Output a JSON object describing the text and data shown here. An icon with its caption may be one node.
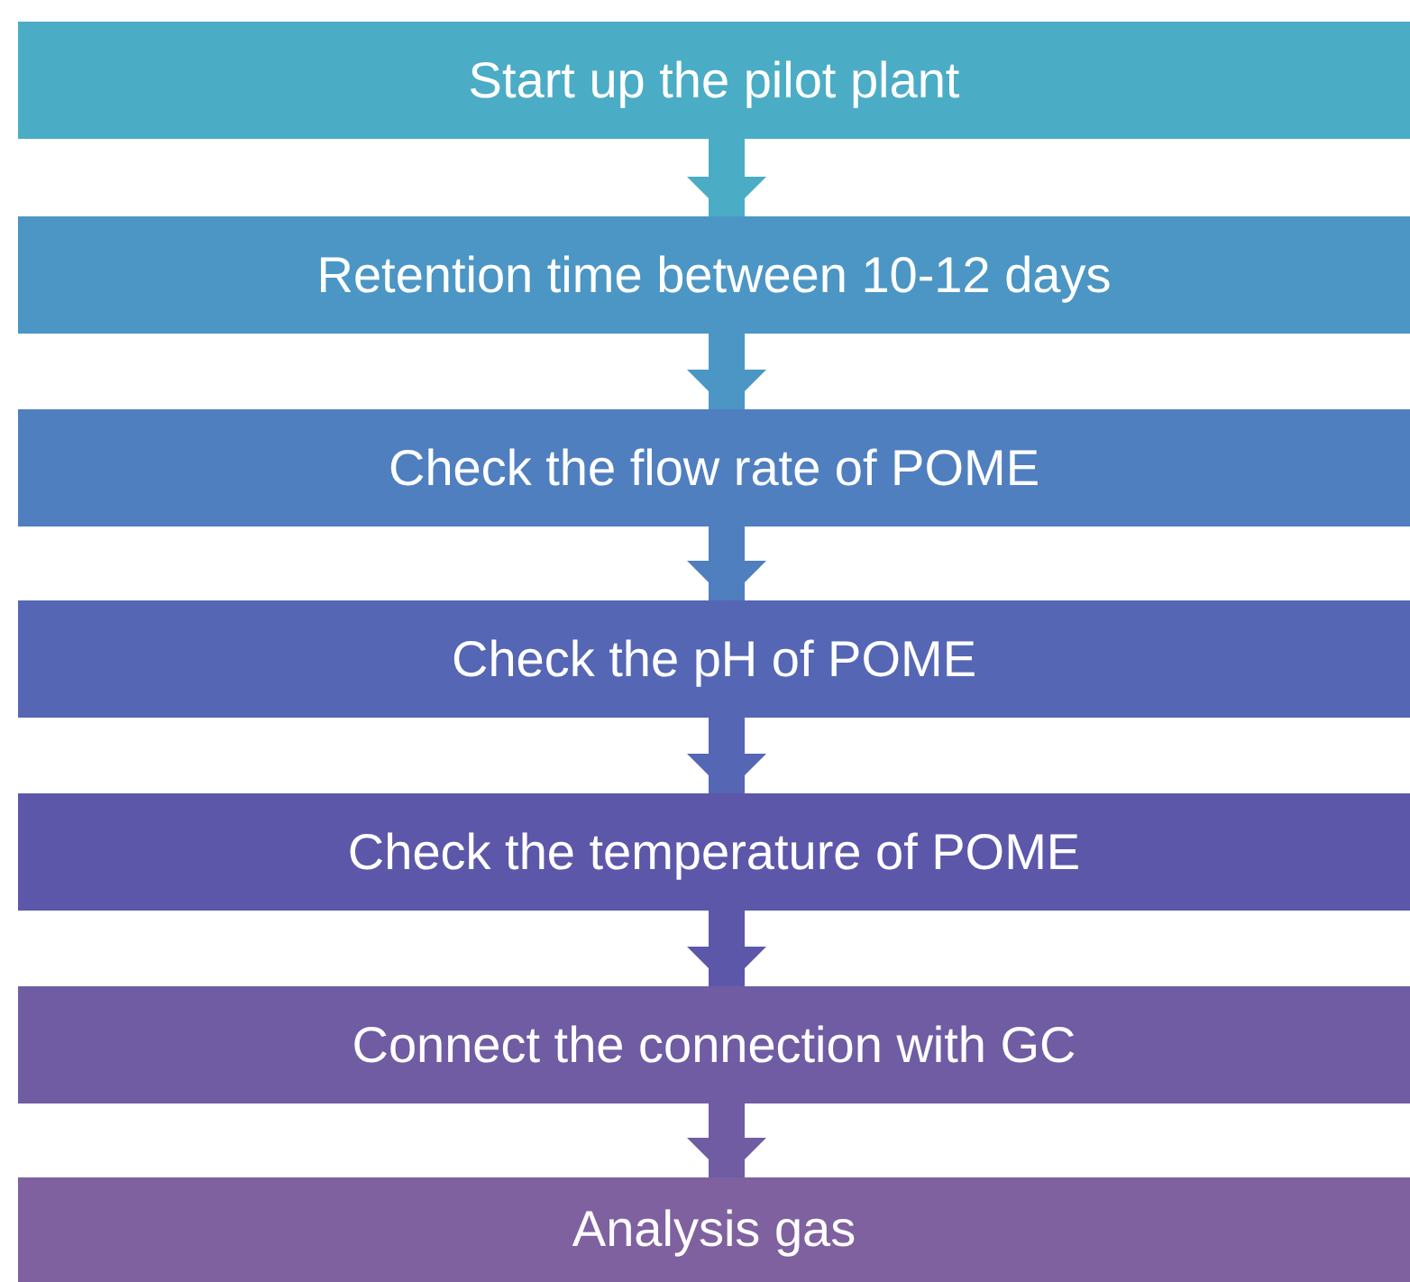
{
  "diagram": {
    "nodes": [
      {
        "text": [
          "Start up the pilot plant"
        ]
      },
      {
        "text": [
          "Retention time between 10-12 days"
        ]
      },
      {
        "text": [
          "Check the flow rate of POME"
        ]
      },
      {
        "text": [
          "Check the pH of POME"
        ]
      },
      {
        "text": [
          "Check the temperature of POME"
        ]
      },
      {
        "text": [
          "Connect the connection with GC"
        ]
      },
      {
        "text": [
          "Analysis gas"
        ]
      }
    ],
    "edges": [
      {
        "from": 0,
        "to": 1,
        "arrow": "to"
      },
      {
        "from": 1,
        "to": 2,
        "arrow": "to"
      },
      {
        "from": 2,
        "to": 3,
        "arrow": "to"
      },
      {
        "from": 3,
        "to": 4,
        "arrow": "to"
      },
      {
        "from": 4,
        "to": 5,
        "arrow": "to"
      },
      {
        "from": 5,
        "to": 6,
        "arrow": "to"
      }
    ]
  }
}
